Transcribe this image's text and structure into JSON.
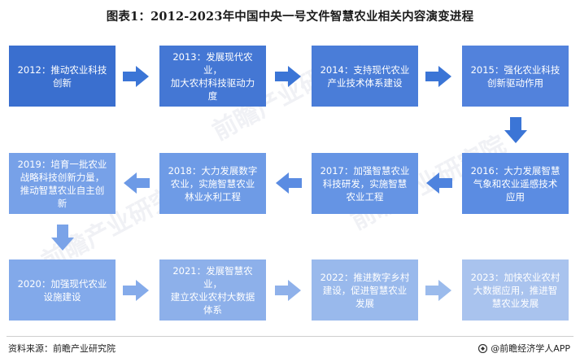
{
  "title": "图表1：2012-2023年中国中央一号文件智慧农业相关内容演变进程",
  "colors": {
    "deep": "#3a6fcf",
    "mid": "#5b8ce2",
    "light": "#8db0ea",
    "pale": "#a9c3ee",
    "arrow_deep": "#3b75d6",
    "arrow_light": "#8fb1ea"
  },
  "nodes": [
    {
      "text": "2012：推动农业科技\n创新"
    },
    {
      "text": "2013：发展现代农业，\n加大农村科技驱动力\n度"
    },
    {
      "text": "2014：支持现代农业\n产业技术体系建设"
    },
    {
      "text": "2015：强化农业科技\n创新驱动作用"
    },
    {
      "text": "2016：大力发展智慧\n气象和农业遥感技术\n应用"
    },
    {
      "text": "2017：加强智慧农业\n科技研发，实施智慧\n农业工程"
    },
    {
      "text": "2018：大力发展数字\n农业，实施智慧农业\n林业水利工程"
    },
    {
      "text": "2019：培育一批农业\n战略科技创新力量，\n推动智慧农业自主创\n新"
    },
    {
      "text": "2020：加强现代农业\n设施建设"
    },
    {
      "text": "2021：发展智慧农业，\n建立农业农村大数据\n体系"
    },
    {
      "text": "2022：推进数字乡村\n建设，促进智慧农业\n发展"
    },
    {
      "text": "2023：加快农业农村\n大数据应用，推进智\n慧农业发展"
    }
  ],
  "watermark": "前瞻产业研究院",
  "footer": {
    "source": "资料来源：前瞻产业研究院",
    "brand": "@前瞻经济学人APP",
    "logo_icon": "qianzhan-logo-icon"
  }
}
